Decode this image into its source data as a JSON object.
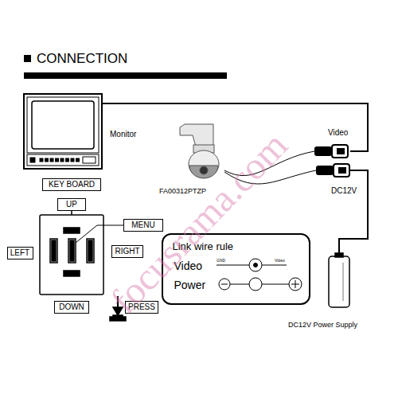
{
  "diagram": {
    "title": "CONNECTION",
    "nodes": [
      {
        "text": [
          "KEY BOARD"
        ]
      },
      {
        "text": [
          "UP"
        ]
      },
      {
        "text": [
          "MENU"
        ]
      },
      {
        "text": [
          "LEFT"
        ]
      },
      {
        "text": [
          "RIGHT"
        ]
      },
      {
        "text": [
          "DOWN"
        ]
      },
      {
        "text": [
          "PRESS"
        ]
      },
      {
        "text": [
          "Link wire rule",
          "Video",
          "Power"
        ]
      }
    ],
    "labels": [
      "Monitor",
      "Video",
      "DC12V",
      "FA00312PTZP",
      "GND",
      "Video",
      "DC12V Power Supply",
      "focusrama.com"
    ]
  }
}
